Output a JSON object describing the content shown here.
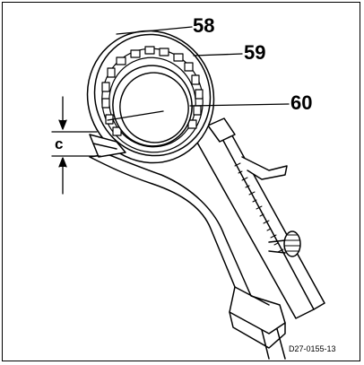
{
  "labels": {
    "part_58": "58",
    "part_59": "59",
    "part_60": "60",
    "dimension_c": "c"
  },
  "figure_code": "D27-0155-13"
}
